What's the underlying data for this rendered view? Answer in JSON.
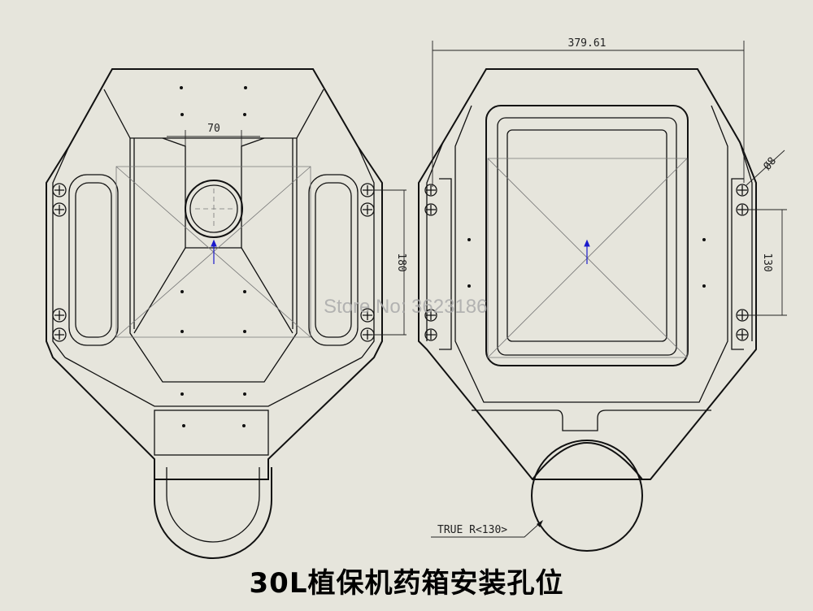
{
  "title": "30L植保机药箱安装孔位",
  "watermark": "Store No: 3623186",
  "dimensions": {
    "left_spout_width": "70",
    "left_hole_spacing": "180",
    "overall_width": "379.61",
    "hole_diameter": "Ø8",
    "right_hole_spacing": "130",
    "bottom_radius": "TRUE R<130>"
  },
  "colors": {
    "background": "#e6e5dc",
    "lines": "#111111",
    "origin_marker": "#1a1acc"
  }
}
